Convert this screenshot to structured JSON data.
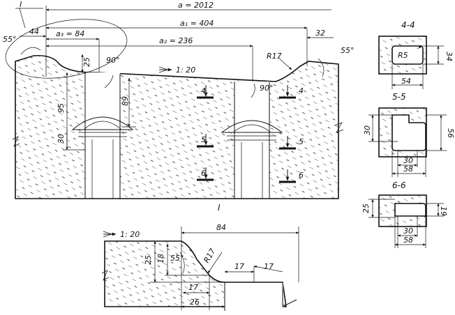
{
  "main_view": {
    "dims": {
      "a": "a = 2012",
      "a1": "a₁ = 404",
      "a2": "a₂ = 236",
      "a3": "a₃ = 84",
      "d44": "44",
      "d32": "32",
      "d25": "25",
      "d95": "95",
      "d89": "89",
      "d30": "30",
      "ang55_left": "55°",
      "ang55_right": "55°",
      "ang90_a": "90°",
      "ang90_b": "90°",
      "r17": "R17",
      "slope": "1: 20",
      "leader_I": "I"
    },
    "cut_labels": [
      "4",
      "4",
      "5",
      "5",
      "6",
      "6"
    ]
  },
  "detail_I": {
    "title": "I",
    "slope": "1: 20",
    "dims": {
      "d84": "84",
      "d25": "25",
      "d18": "18",
      "ang55": "55°",
      "r17": "R17",
      "d17a": "17",
      "d17b": "17",
      "d17c": "17",
      "d26": "26"
    }
  },
  "section_4": {
    "title": "4-4",
    "r5": "R5",
    "w": "54",
    "h": "34"
  },
  "section_5": {
    "title": "5-5",
    "w30": "30",
    "w58": "58",
    "h30": "30",
    "h56": "56"
  },
  "section_6": {
    "title": "6-6",
    "w30": "30",
    "w58": "58",
    "h25": "25",
    "h19": "19"
  }
}
